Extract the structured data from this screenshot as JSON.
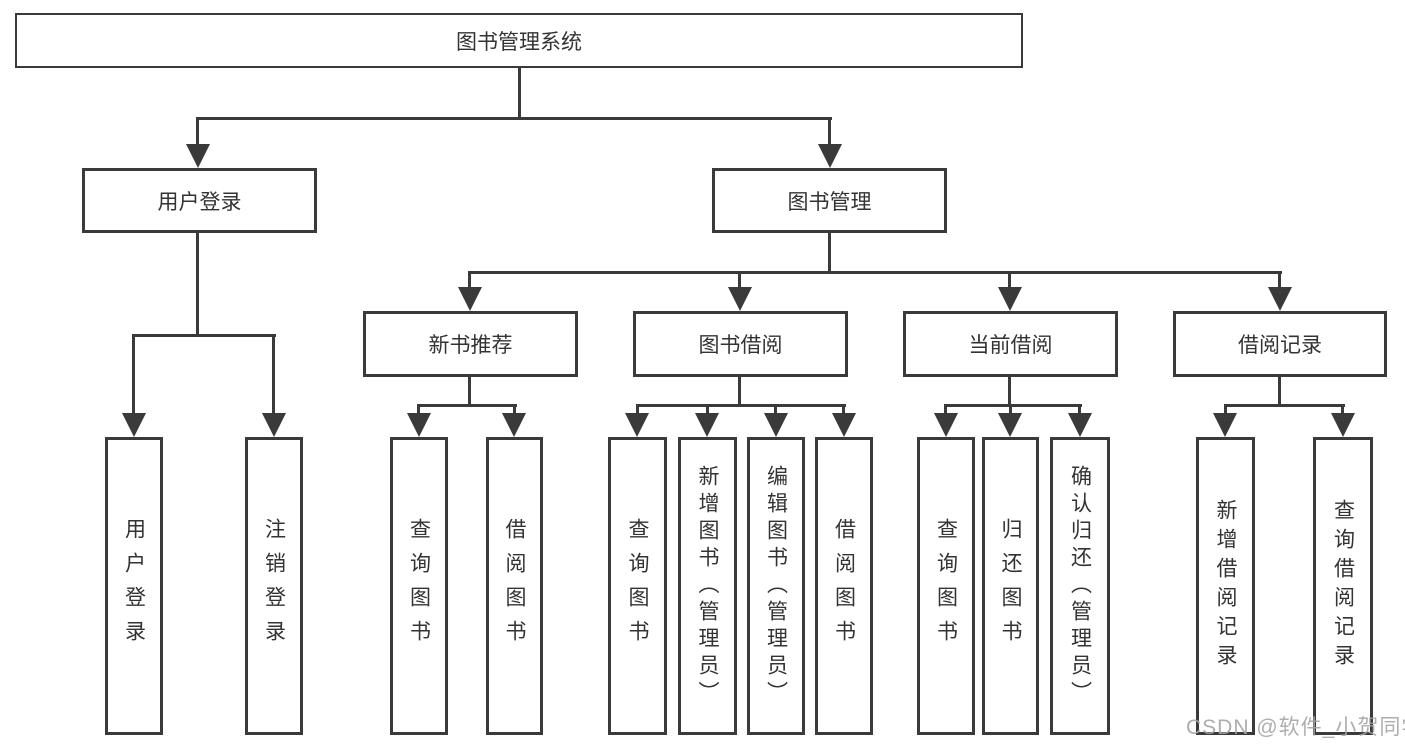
{
  "diagram": {
    "type": "hierarchy-tree",
    "nodes": {
      "root": {
        "label": "图书管理系统"
      },
      "level2": [
        {
          "label": "用户登录",
          "parent": "图书管理系统"
        },
        {
          "label": "图书管理",
          "parent": "图书管理系统"
        }
      ],
      "level3": [
        {
          "label": "新书推荐",
          "parent": "图书管理"
        },
        {
          "label": "图书借阅",
          "parent": "图书管理"
        },
        {
          "label": "当前借阅",
          "parent": "图书管理"
        },
        {
          "label": "借阅记录",
          "parent": "图书管理"
        }
      ],
      "leaves": [
        {
          "label": "用户登录",
          "parent": "用户登录"
        },
        {
          "label": "注销登录",
          "parent": "用户登录"
        },
        {
          "label": "查询图书",
          "parent": "新书推荐"
        },
        {
          "label": "借阅图书",
          "parent": "新书推荐"
        },
        {
          "label": "查询图书",
          "parent": "图书借阅"
        },
        {
          "label": "新增图书（管理员）",
          "parent": "图书借阅"
        },
        {
          "label": "编辑图书（管理员）",
          "parent": "图书借阅"
        },
        {
          "label": "借阅图书",
          "parent": "图书借阅"
        },
        {
          "label": "查询图书",
          "parent": "当前借阅"
        },
        {
          "label": "归还图书",
          "parent": "当前借阅"
        },
        {
          "label": "确认归还（管理员）",
          "parent": "当前借阅"
        },
        {
          "label": "新增借阅记录",
          "parent": "借阅记录"
        },
        {
          "label": "查询借阅记录",
          "parent": "借阅记录"
        }
      ]
    },
    "colors": {
      "line": "#3a3a3a",
      "text": "#333333",
      "background": "#ffffff"
    }
  },
  "watermark": {
    "text": "CSDN @软件_小贺同学",
    "color": "#a5a5a5"
  }
}
